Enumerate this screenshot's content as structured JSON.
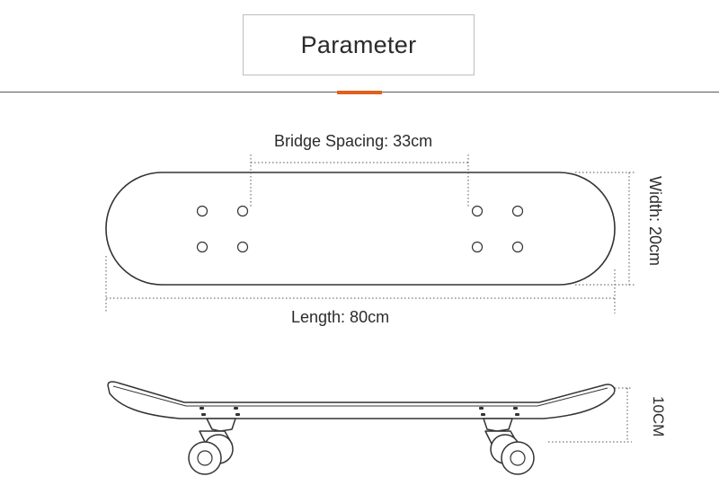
{
  "title": "Parameter",
  "dimensions": {
    "bridge_spacing": "Bridge Spacing: 33cm",
    "length": "Length: 80cm",
    "width": "Width: 20cm",
    "height": "10CM"
  },
  "colors": {
    "accent": "#e0601c",
    "line": "#333333",
    "dim_line": "#555555"
  }
}
